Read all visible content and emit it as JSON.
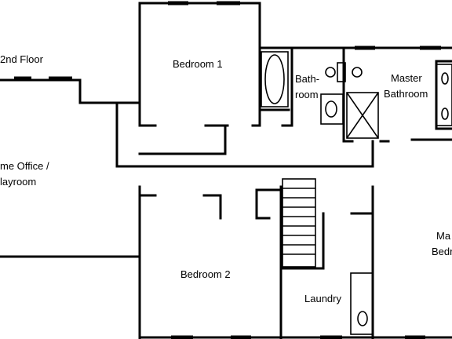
{
  "plan": {
    "floor_label": "2nd Floor",
    "rooms": {
      "bedroom1": "Bedroom 1",
      "bathroom_line1": "Bath-",
      "bathroom_line2": "room",
      "master_bath_line1": "Master",
      "master_bath_line2": "Bathroom",
      "office_line1": "me Office /",
      "office_line2": "layroom",
      "bedroom2": "Bedroom 2",
      "laundry": "Laundry",
      "master_bed_line1": "Ma",
      "master_bed_line2": "Bedr"
    }
  }
}
